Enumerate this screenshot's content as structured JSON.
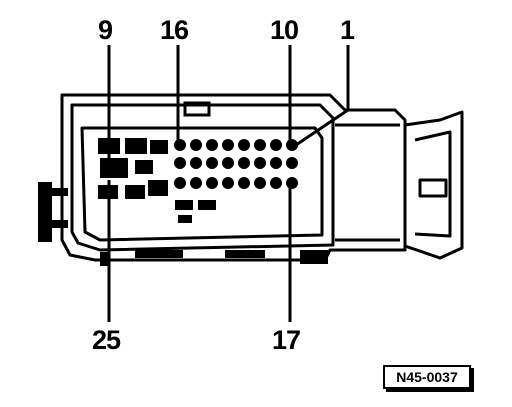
{
  "callouts": {
    "pin_9": "9",
    "pin_16": "16",
    "pin_10": "10",
    "pin_1": "1",
    "pin_25": "25",
    "pin_17": "17"
  },
  "figure_ref": "N45-0037"
}
